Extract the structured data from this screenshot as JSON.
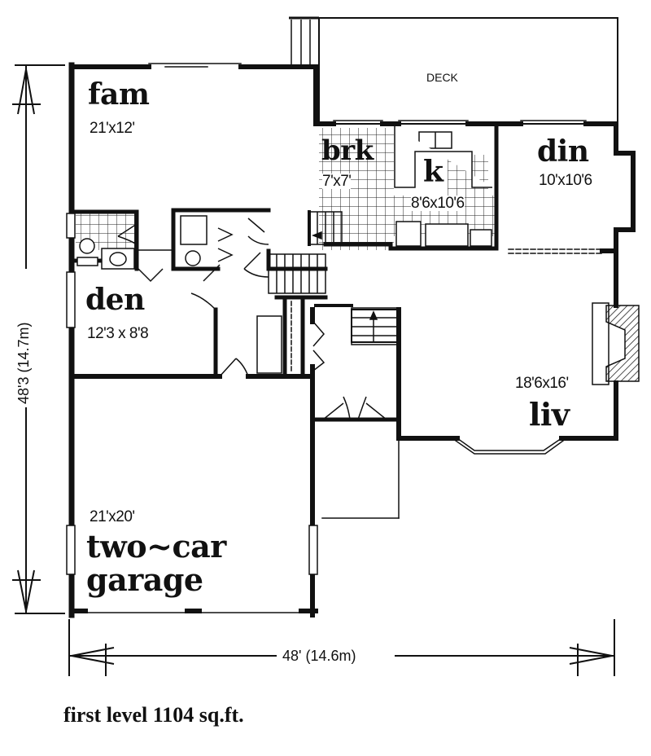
{
  "plan": {
    "title": "first level 1104 sq.ft.",
    "overall_width": "48' (14.6m)",
    "overall_depth": "48'3 (14.7m)"
  },
  "rooms": {
    "deck": {
      "name": "DECK"
    },
    "fam": {
      "name": "fam",
      "dims": "21'x12'"
    },
    "brk": {
      "name": "brk",
      "dims": "7'x7'"
    },
    "k": {
      "name": "k",
      "dims": "8'6x10'6"
    },
    "din": {
      "name": "din",
      "dims": "10'x10'6"
    },
    "den": {
      "name": "den",
      "dims": "12'3 x 8'8"
    },
    "liv": {
      "name": "liv",
      "dims": "18'6x16'"
    },
    "garage": {
      "name_line1": "two~car",
      "name_line2": "garage",
      "dims": "21'x20'"
    }
  },
  "colors": {
    "ink": "#111111",
    "paper": "#ffffff"
  }
}
